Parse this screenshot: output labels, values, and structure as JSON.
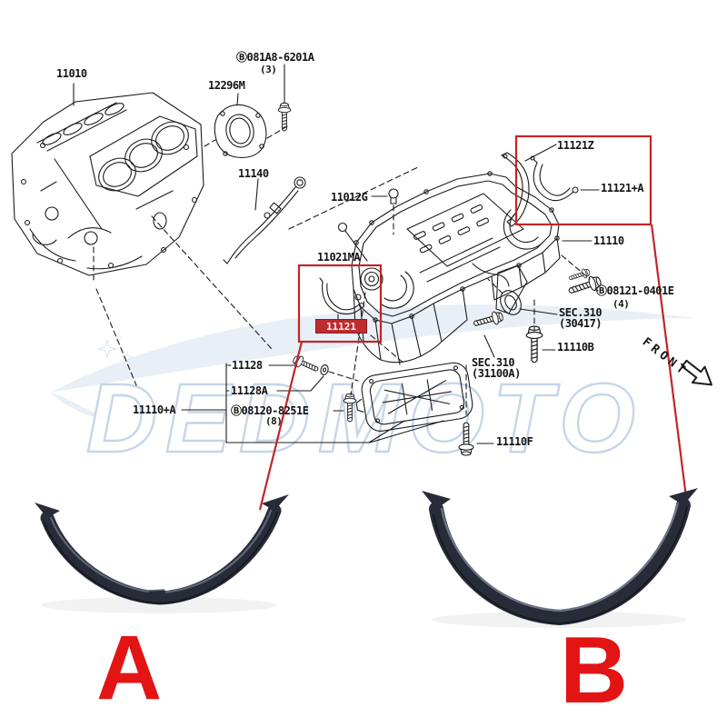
{
  "watermark": {
    "text": "DEDMOTO"
  },
  "diagram": {
    "labels": {
      "engine_block": "11010",
      "rear_plate": "12296M",
      "bolt_081a8": "Ⓑ081A8-6201A",
      "bolt_081a8_qty": "(3)",
      "oil_level_gauge": "11140",
      "plug_11012g": "11012G",
      "part_11021ma": "11021MA",
      "seal_11121": "11121",
      "seal_11121z": "11121Z",
      "seal_11121a": "11121+A",
      "oil_pan_upper": "11110",
      "bolt_08121": "Ⓑ08121-0401E",
      "bolt_08121_qty": "(4)",
      "sec310_oil_pump": "SEC.310",
      "sec310_oil_pump_num": "(30417)",
      "sec310_strainer": "SEC.310",
      "sec310_strainer_num": "(31100A)",
      "bolt_11110b": "11110B",
      "bolt_11110f": "11110F",
      "bolt_11128": "11128",
      "washer_11128a": "11128A",
      "oil_pan_lower": "11110+A",
      "bolt_08120": "Ⓑ08120-8251E",
      "bolt_08120_qty": "(8)",
      "front_direction": "FRONT"
    },
    "colors": {
      "line_black": "#1c1c1c",
      "highlight_red": "#c32428",
      "label_red_bg": "#bf2b2e",
      "letter_red": "#e31414",
      "watermark_blue": "#c7d5e8",
      "seal_dark": "#272c38"
    }
  },
  "photos": {
    "seal_a_label": "A",
    "seal_b_label": "B"
  }
}
